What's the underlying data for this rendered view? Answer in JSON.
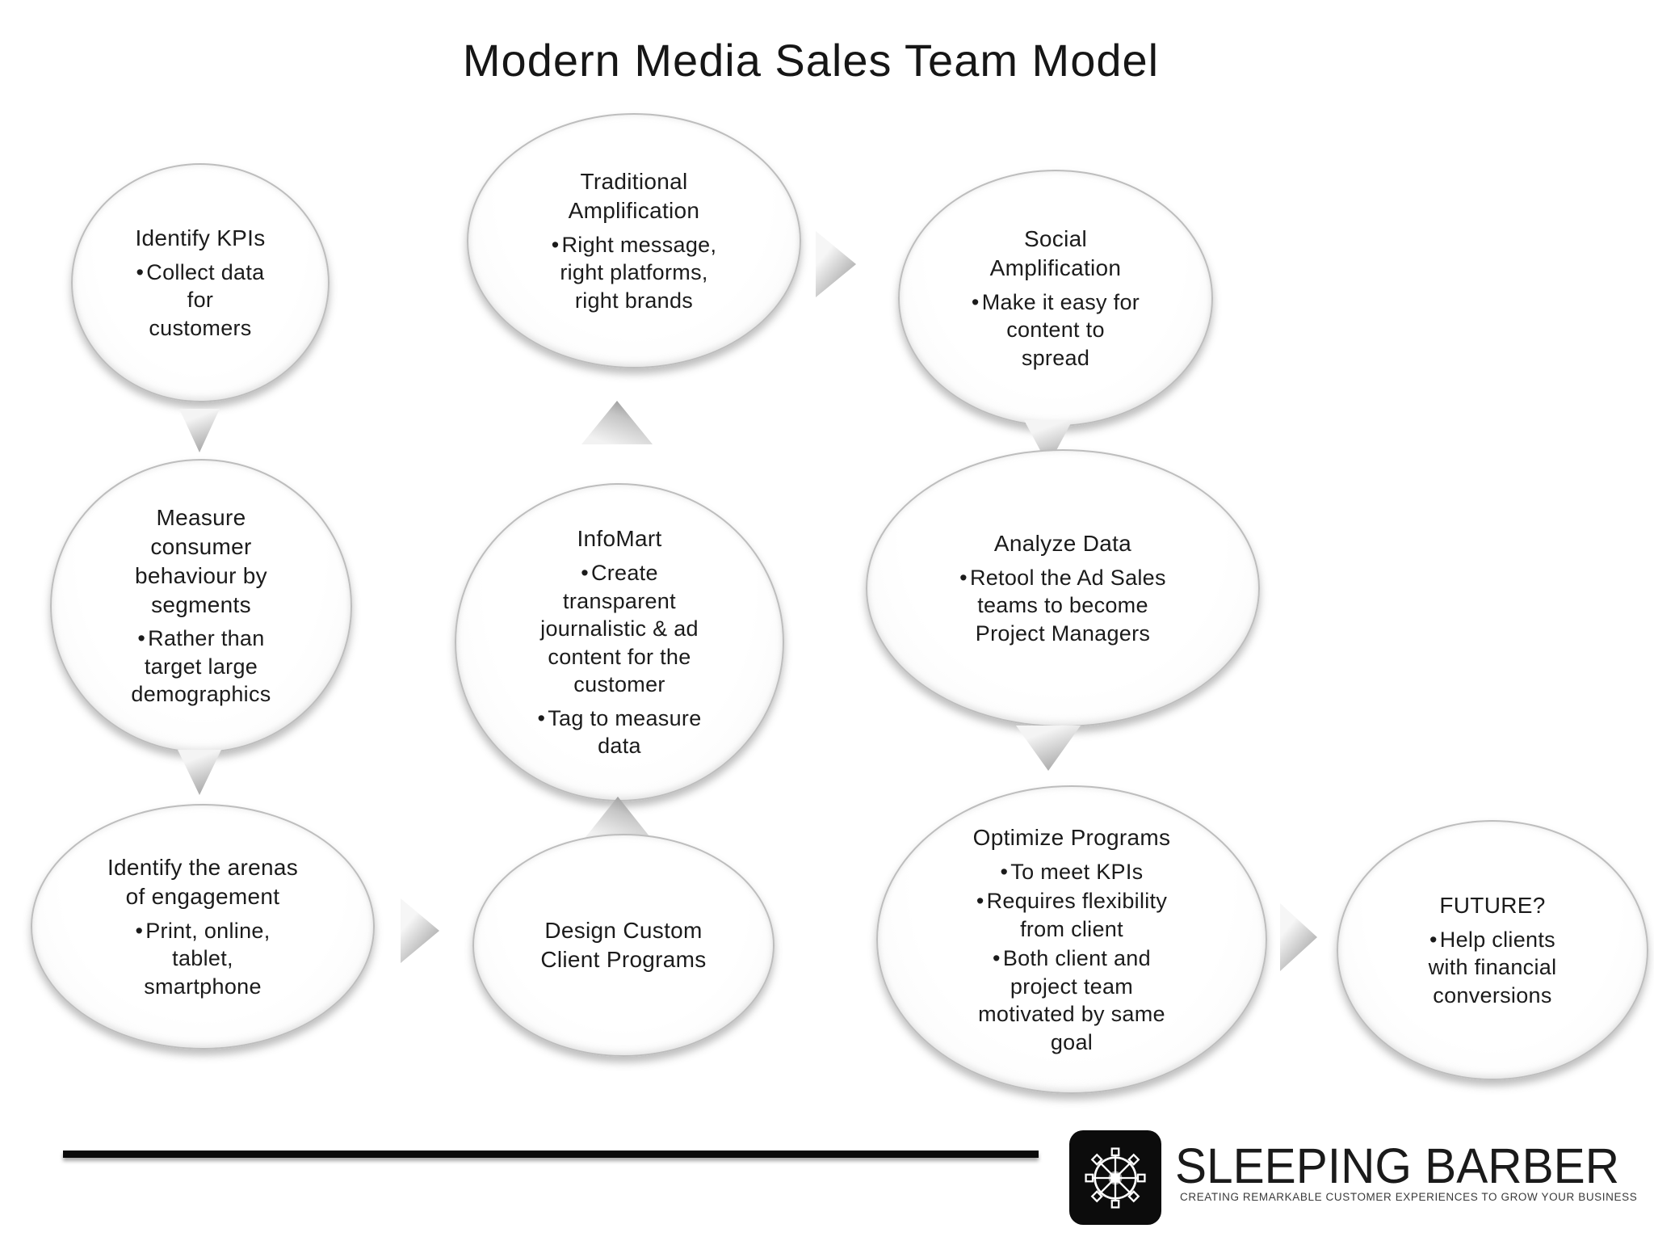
{
  "title": "Modern Media Sales Team Model",
  "nodes": {
    "kpi": {
      "title": "Identify KPIs",
      "bullets": [
        "Collect data\nfor\ncustomers"
      ]
    },
    "measure": {
      "title": "Measure\nconsumer\nbehaviour by\nsegments",
      "bullets": [
        "Rather than\ntarget large\ndemographics"
      ]
    },
    "arenas": {
      "title": "Identify the arenas\nof engagement",
      "bullets": [
        "Print, online,\ntablet,\nsmartphone"
      ]
    },
    "traditional": {
      "title": "Traditional\nAmplification",
      "bullets": [
        "Right message,\nright platforms,\nright brands"
      ]
    },
    "infomart": {
      "title": "InfoMart",
      "bullets": [
        "Create\ntransparent\njournalistic & ad\ncontent for the\ncustomer",
        "Tag to measure\ndata"
      ]
    },
    "design": {
      "title": "Design Custom\nClient Programs",
      "bullets": []
    },
    "social": {
      "title": "Social\nAmplification",
      "bullets": [
        "Make it easy for\ncontent to\nspread"
      ]
    },
    "analyze": {
      "title": "Analyze Data",
      "bullets": [
        "Retool the Ad Sales\nteams to become\nProject Managers"
      ]
    },
    "optimize": {
      "title": "Optimize Programs",
      "bullets": [
        "To meet KPIs",
        "Requires flexibility\nfrom client",
        "Both client and\nproject team\nmotivated by same\ngoal"
      ]
    },
    "future": {
      "title": "FUTURE?",
      "bullets": [
        "Help clients\nwith financial\nconversions"
      ]
    }
  },
  "icons": {
    "arrow_down": "triangle-down-connector",
    "arrow_up": "triangle-up-connector",
    "arrow_right": "triangle-right-connector",
    "logo": "wheel-icon"
  },
  "footer": {
    "brand": "SLEEPING BARBER",
    "tagline": "CREATING REMARKABLE CUSTOMER EXPERIENCES TO GROW YOUR BUSINESS",
    "brand_color": "#0c0c0c"
  }
}
